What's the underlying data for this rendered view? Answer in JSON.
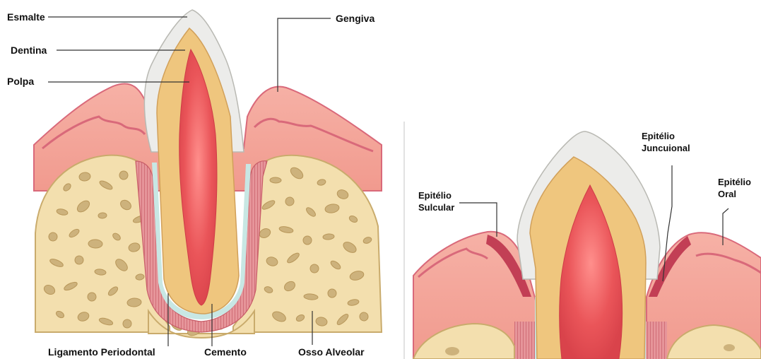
{
  "left_diagram": {
    "labels": {
      "enamel": "Esmalte",
      "dentin": "Dentina",
      "pulp": "Polpa",
      "gingiva": "Gengiva",
      "periodontal_ligament": "Ligamento Periodontal",
      "cementum": "Cemento",
      "alveolar_bone": "Osso Alveolar"
    }
  },
  "right_diagram": {
    "labels": {
      "sulcular_line1": "Epitélio",
      "sulcular_line2": "Sulcular",
      "junctional_line1": "Epitélio",
      "junctional_line2": "Juncuional",
      "oral_line1": "Epitélio",
      "oral_line2": "Oral"
    }
  },
  "colors": {
    "gum": "#f2a49a",
    "gum_edge": "#d9697a",
    "gum_rim": "#c23f55",
    "bone": "#f3dfae",
    "bone_edge": "#c9ab6c",
    "bone_hole": "#cdb27c",
    "enamel": "#ececea",
    "dentin": "#efc67e",
    "pulp": "#ea5559",
    "ligament": "#d77a80",
    "cementum": "#c8e7e4"
  }
}
